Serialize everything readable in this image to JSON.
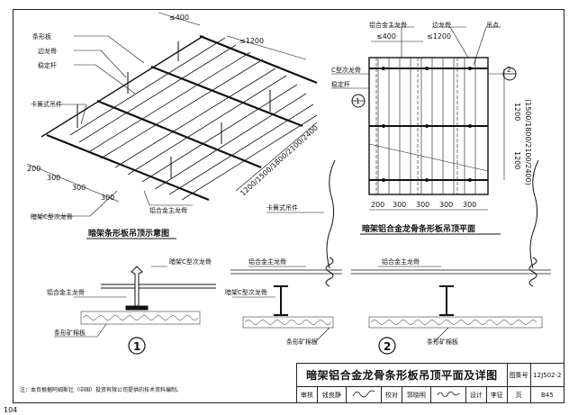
{
  "iso": {
    "title": "暗架条形板吊顶示意图",
    "labels": [
      "条形板",
      "边龙骨",
      "稳定杆",
      "卡簧式吊件",
      "暗架C型次龙骨",
      "铝合金主龙骨"
    ],
    "dims_top": [
      "≤400",
      "≤1200"
    ],
    "dims_left": [
      "200",
      "300",
      "300",
      "300"
    ],
    "dim_span": "1200/1500/1800/2100/2400"
  },
  "plan": {
    "title": "暗架铝合金龙骨条形板吊顶平面",
    "labels": [
      "铝合金主龙骨",
      "边龙骨",
      "吊点",
      "C型次龙骨",
      "稳定杆"
    ],
    "dims_top": [
      "≤400",
      "≤1200"
    ],
    "dims_bottom": [
      "200",
      "300",
      "300",
      "300",
      "300"
    ],
    "dims_right": [
      "1200",
      "1200",
      "(1500/1800/2100/2400)"
    ],
    "callouts": [
      "1",
      "2"
    ]
  },
  "detail1": {
    "labels": [
      "暗架C型次龙骨",
      "铝合金主龙骨",
      "条形矿棉板"
    ],
    "marker": "1"
  },
  "detail2": {
    "labels": [
      "卡簧式吊件",
      "铝合金主龙骨",
      "暗架C型次龙骨",
      "条形矿棉板",
      "铝合金主龙骨",
      "条形矿棉板"
    ],
    "marker": "2"
  },
  "note": "注：本页根据阿姆斯壮（中国）投资有限公司提供的技术资料编制。",
  "titleblock": {
    "title": "暗架铝合金龙骨条形板吊顶平面及详图",
    "atlas_label": "图集号",
    "atlas_no": "12J502-2",
    "review": "审核",
    "reviewer": "钱良静",
    "check": "校对",
    "checker": "郭晓明",
    "design": "设计",
    "designer": "李征",
    "page_label": "页",
    "page": "B45"
  },
  "page_number": "104"
}
